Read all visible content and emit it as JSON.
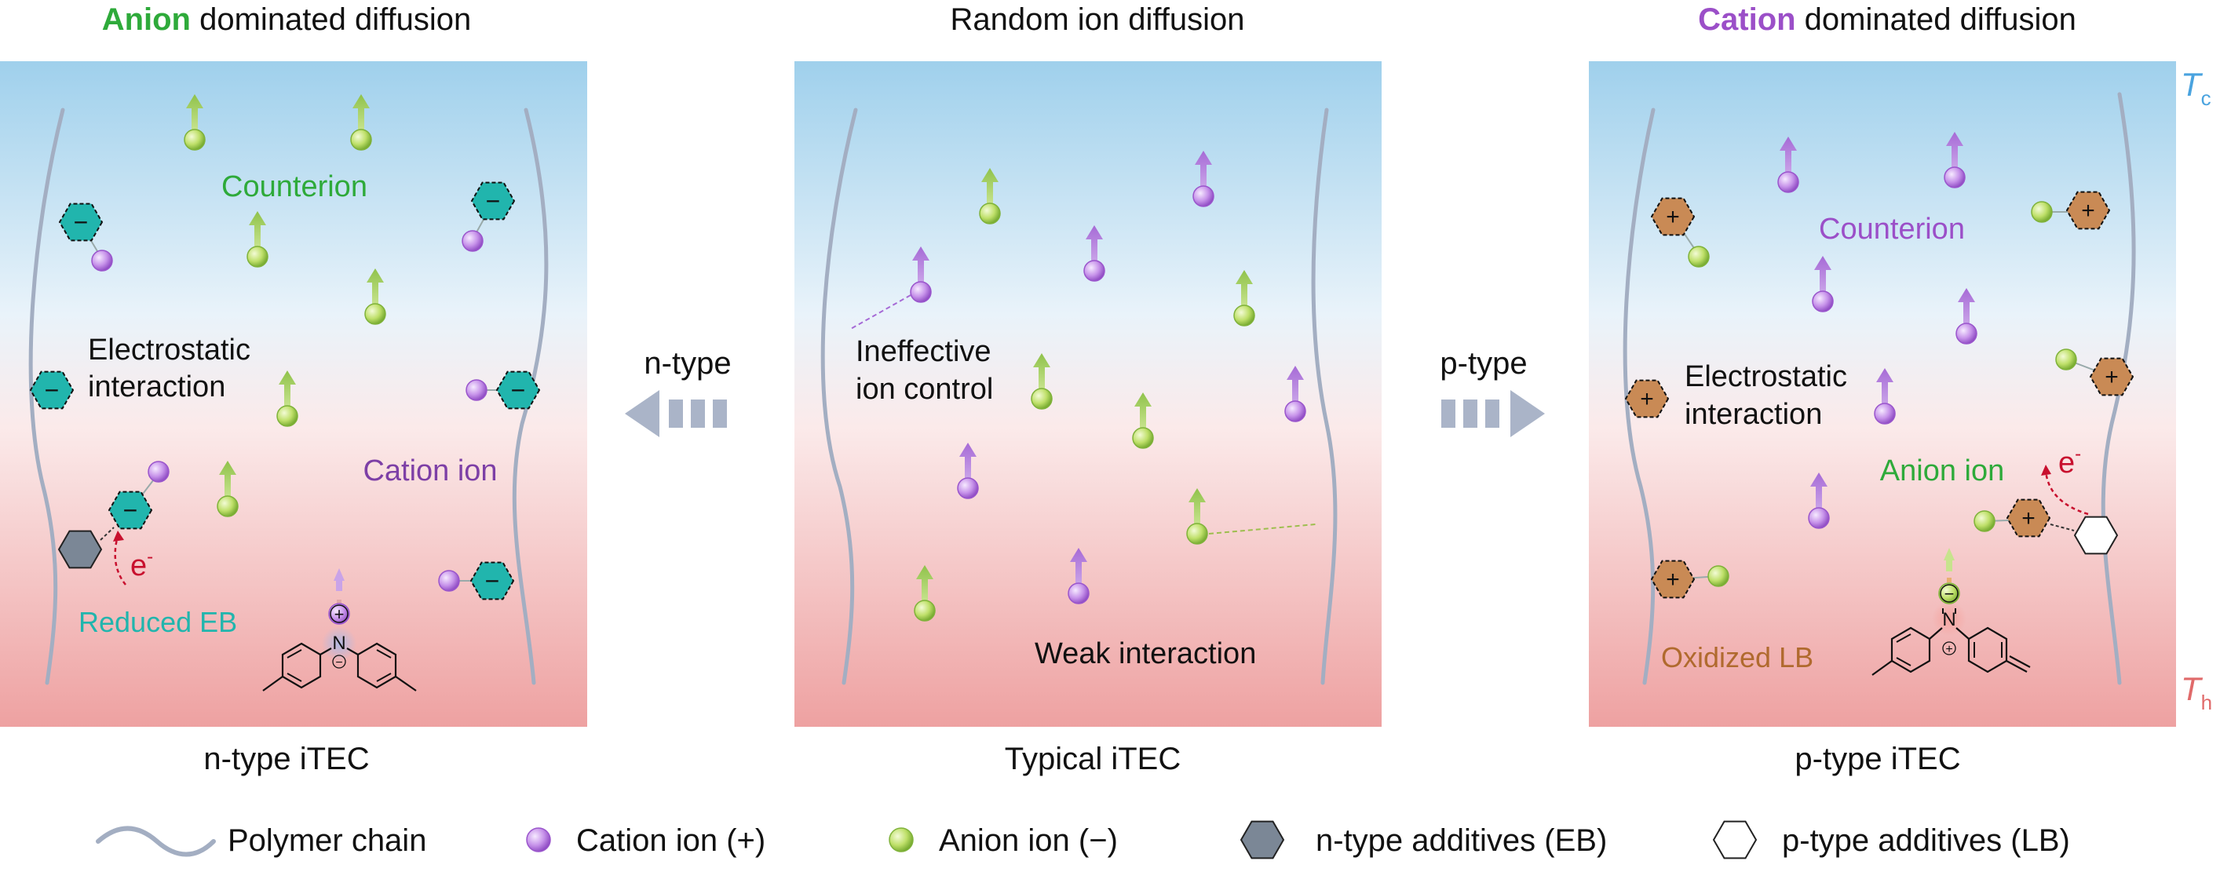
{
  "titles": {
    "left_accent": "Anion",
    "left_rest": " dominated diffusion",
    "center": "Random ion diffusion",
    "right_accent": "Cation",
    "right_rest": " dominated diffusion"
  },
  "captions": {
    "left": "n-type iTEC",
    "center": "Typical iTEC",
    "right": "p-type iTEC"
  },
  "arrows": {
    "n_type": "n-type",
    "p_type": "p-type"
  },
  "labels": {
    "left_counterion": "Counterion",
    "left_electrostatic_1": "Electrostatic",
    "left_electrostatic_2": "interaction",
    "left_cation_ion": "Cation ion",
    "left_reduced_eb": "Reduced EB",
    "left_electron": "e",
    "center_ineffective_1": "Ineffective",
    "center_ineffective_2": "ion control",
    "center_weak": "Weak interaction",
    "right_counterion": "Counterion",
    "right_electrostatic_1": "Electrostatic",
    "right_electrostatic_2": "interaction",
    "right_anion_ion": "Anion ion",
    "right_oxidized_lb": "Oxidized LB",
    "right_electron": "e",
    "t_cold": "T",
    "t_cold_sub": "c",
    "t_hot": "T",
    "t_hot_sub": "h",
    "electron_sup": "-",
    "n_atom": "N"
  },
  "legend": {
    "polymer": "Polymer chain",
    "cation": "Cation ion (+)",
    "anion": "Anion ion (−)",
    "ntype": "n-type additives (EB)",
    "ptype": "p-type additives (LB)"
  },
  "colors": {
    "anion_green": "#2eaa3a",
    "cation_purple": "#9b4fc8",
    "eb_teal": "#21b5ad",
    "lb_brown": "#c27c3e",
    "electron_red": "#c8102e",
    "cold_blue": "#4aa3df",
    "hot_red": "#e06a6a",
    "polymer_gray": "#9aa7bd"
  }
}
